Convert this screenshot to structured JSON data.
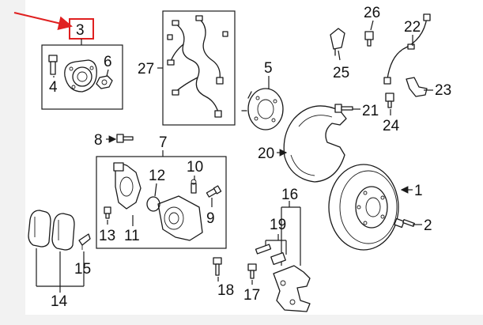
{
  "colors": {
    "background": "#f2f2f2",
    "panel": "#ffffff",
    "line": "#1a1a1a",
    "highlight": "#e02020"
  },
  "callouts": {
    "c1": "1",
    "c2": "2",
    "c3": "3",
    "c4": "4",
    "c5": "5",
    "c6": "6",
    "c7": "7",
    "c8": "8",
    "c9": "9",
    "c10": "10",
    "c11": "11",
    "c12": "12",
    "c13": "13",
    "c14": "14",
    "c15": "15",
    "c16": "16",
    "c17": "17",
    "c18": "18",
    "c19": "19",
    "c20": "20",
    "c21": "21",
    "c22": "22",
    "c23": "23",
    "c24": "24",
    "c25": "25",
    "c26": "26",
    "c27": "27"
  },
  "highlighted_callout": "3",
  "arrow_icon": "red-arrow-icon"
}
